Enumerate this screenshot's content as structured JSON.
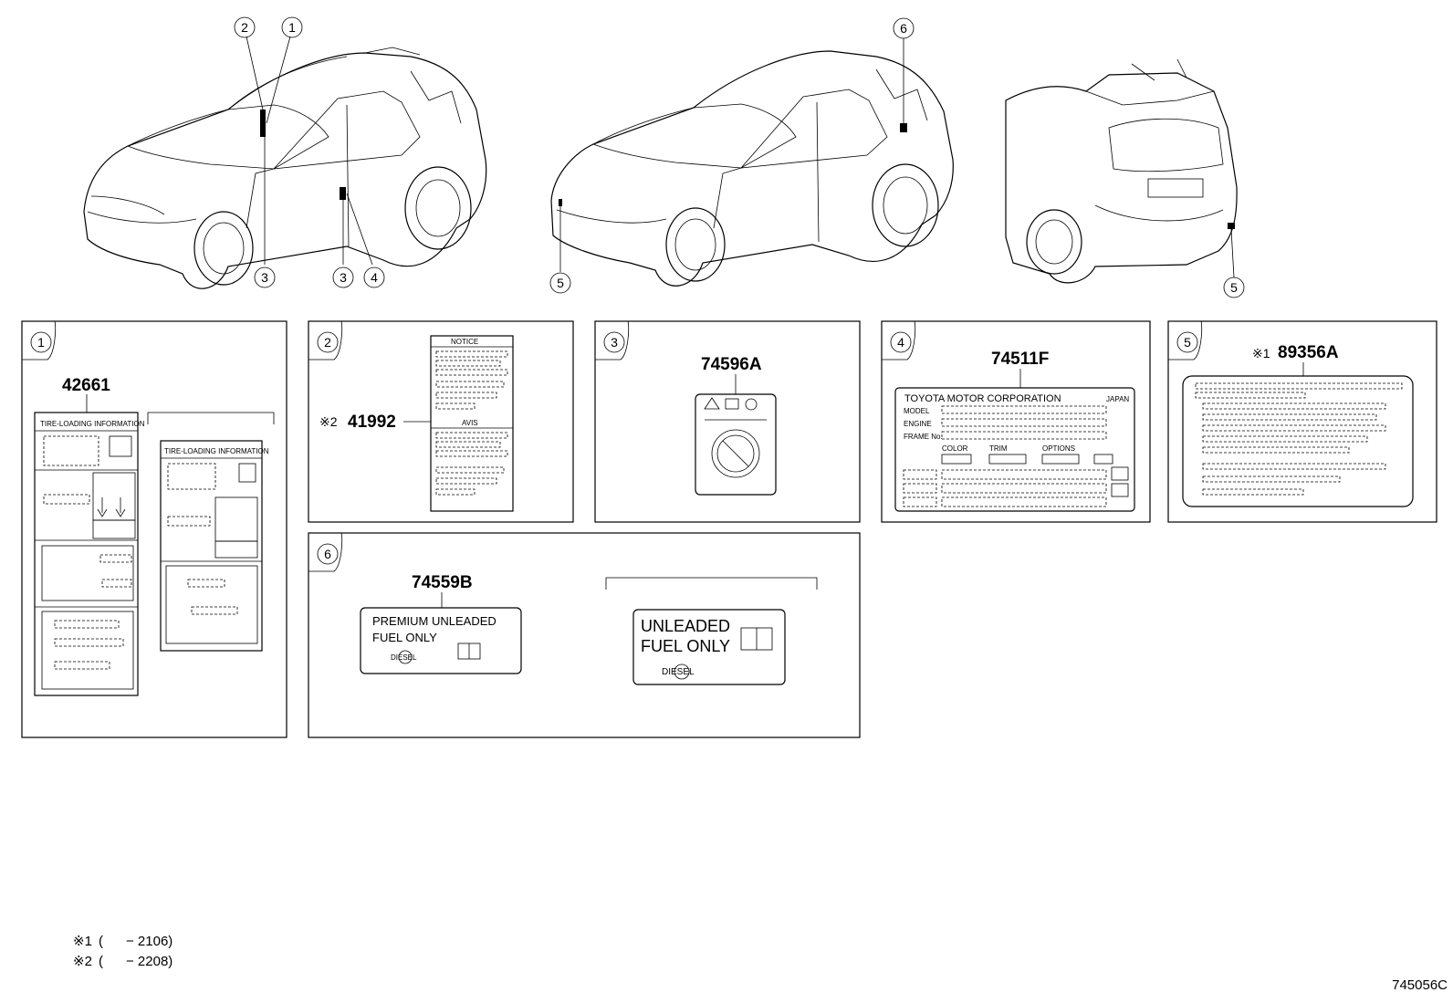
{
  "diagram_id": "745056C",
  "callouts": [
    "1",
    "2",
    "3",
    "4",
    "5",
    "6"
  ],
  "panels": [
    {
      "no": "1",
      "part": "42661",
      "mark": ""
    },
    {
      "no": "2",
      "part": "41992",
      "mark": "※2"
    },
    {
      "no": "3",
      "part": "74596A",
      "mark": ""
    },
    {
      "no": "4",
      "part": "74511F",
      "mark": ""
    },
    {
      "no": "5",
      "part": "89356A",
      "mark": "※1"
    },
    {
      "no": "6",
      "part": "74559B",
      "mark": ""
    }
  ],
  "label_texts": {
    "tire_info": "TIRE-LOADING INFORMATION",
    "notice": "NOTICE",
    "avis": "AVIS",
    "toyota": "TOYOTA MOTOR CORPORATION",
    "japan": "JAPAN",
    "model": "MODEL",
    "engine": "ENGINE",
    "frame": "FRAME No.",
    "color": "COLOR",
    "trim": "TRIM",
    "options": "OPTIONS",
    "fuel_premium_line1": "PREMIUM  UNLEADED",
    "fuel_premium_line2": "FUEL ONLY",
    "fuel_line1": "UNLEADED",
    "fuel_line2": "FUEL ONLY",
    "diesel": "DIESEL"
  },
  "notes": [
    {
      "mark": "※1",
      "text": "(      − 2106)"
    },
    {
      "mark": "※2",
      "text": "(      − 2208)"
    }
  ]
}
